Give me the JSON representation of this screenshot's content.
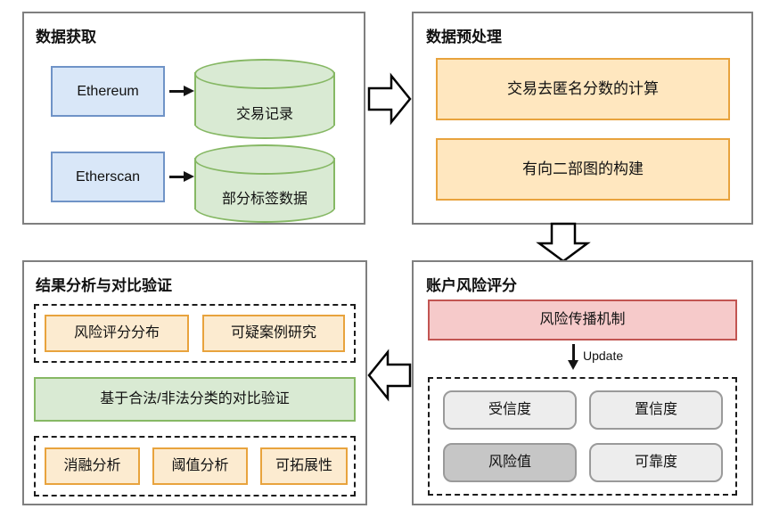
{
  "panels": {
    "data_acquisition": {
      "title": "数据获取",
      "sources": [
        "Ethereum",
        "Etherscan"
      ],
      "stores": [
        "交易记录",
        "部分标签数据"
      ]
    },
    "preprocessing": {
      "title": "数据预处理",
      "steps": [
        "交易去匿名分数的计算",
        "有向二部图的构建"
      ]
    },
    "risk_scoring": {
      "title": "账户风险评分",
      "mechanism": "风险传播机制",
      "update_label": "Update",
      "metrics": [
        "受信度",
        "置信度",
        "风险值",
        "可靠度"
      ]
    },
    "analysis": {
      "title": "结果分析与对比验证",
      "top_items": [
        "风险评分分布",
        "可疑案例研究"
      ],
      "validation": "基于合法/非法分类的对比验证",
      "bottom_items": [
        "消融分析",
        "阈值分析",
        "可拓展性"
      ]
    }
  },
  "colors": {
    "blue_fill": "#d9e7f8",
    "blue_border": "#6f93c7",
    "green_fill": "#d9ead3",
    "green_border": "#86b864",
    "orange_fill": "#ffe7bf",
    "orange_border": "#e8a33d",
    "red_fill": "#f6caca",
    "red_border": "#c25552",
    "gray_fill": "#ededed",
    "gray_dark_fill": "#c6c6c6",
    "panel_border": "#7f7f7f"
  }
}
